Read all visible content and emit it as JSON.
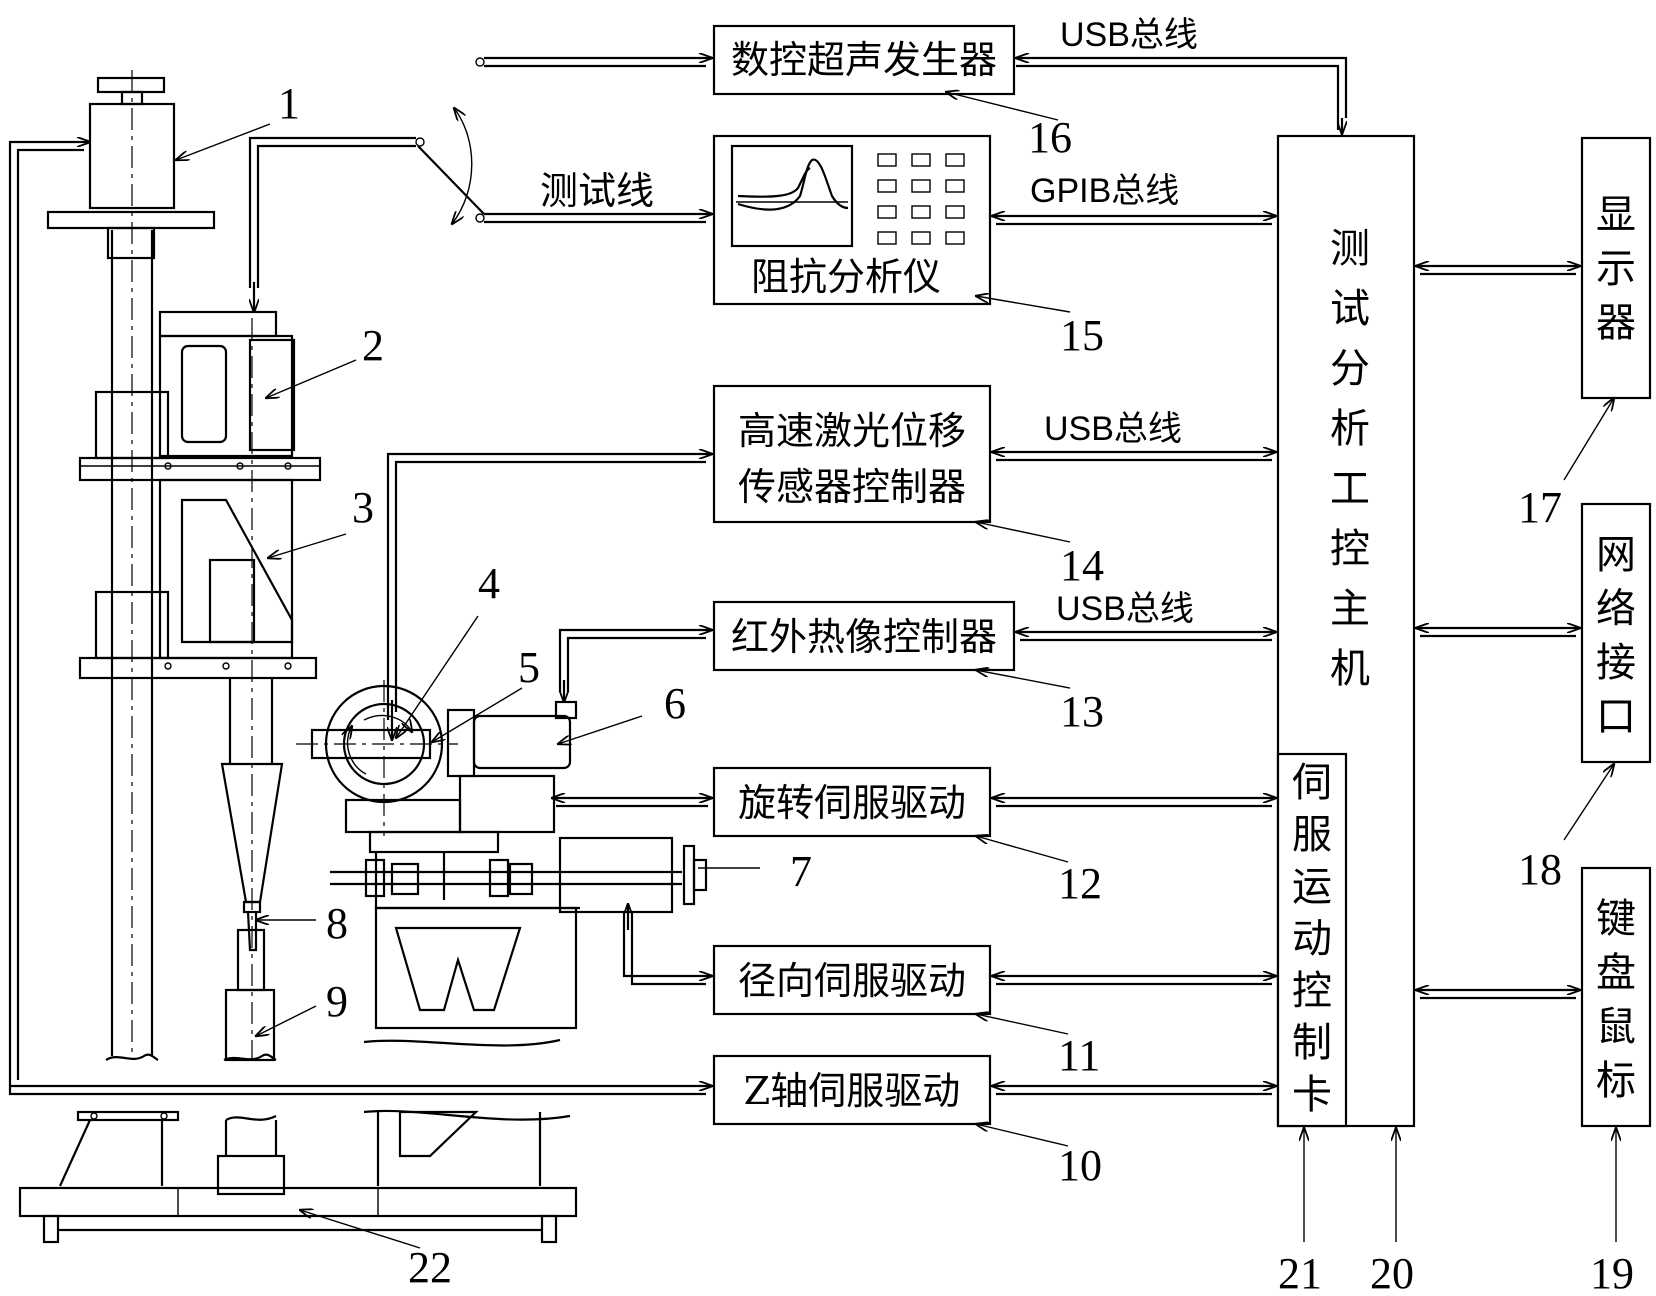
{
  "boxes": {
    "ultrasonic_generator": "数控超声发生器",
    "impedance_analyzer": "阻抗分析仪",
    "laser_controller_line1": "高速激光位移",
    "laser_controller_line2": "传感器控制器",
    "infrared_controller": "红外热像控制器",
    "rotary_servo": "旋转伺服驱动",
    "radial_servo": "径向伺服驱动",
    "z_servo": "Z轴伺服驱动",
    "host_computer": [
      "测",
      "试",
      "分",
      "析",
      "工",
      "控",
      "主",
      "机"
    ],
    "motion_card": [
      "伺",
      "服",
      "运",
      "动",
      "控",
      "制",
      "卡"
    ],
    "display": [
      "显",
      "示",
      "器"
    ],
    "network": [
      "网",
      "络",
      "接",
      "口"
    ],
    "keyboard_mouse": [
      "键",
      "盘",
      "鼠",
      "标"
    ]
  },
  "buses": {
    "usb_top": "USB总线",
    "gpib": "GPIB总线",
    "usb_laser": "USB总线",
    "usb_infrared": "USB总线",
    "test_line": "测试线"
  },
  "labels": {
    "n1": "1",
    "n2": "2",
    "n3": "3",
    "n4": "4",
    "n5": "5",
    "n6": "6",
    "n7": "7",
    "n8": "8",
    "n9": "9",
    "n10": "10",
    "n11": "11",
    "n12": "12",
    "n13": "13",
    "n14": "14",
    "n15": "15",
    "n16": "16",
    "n17": "17",
    "n18": "18",
    "n19": "19",
    "n20": "20",
    "n21": "21",
    "n22": "22"
  }
}
